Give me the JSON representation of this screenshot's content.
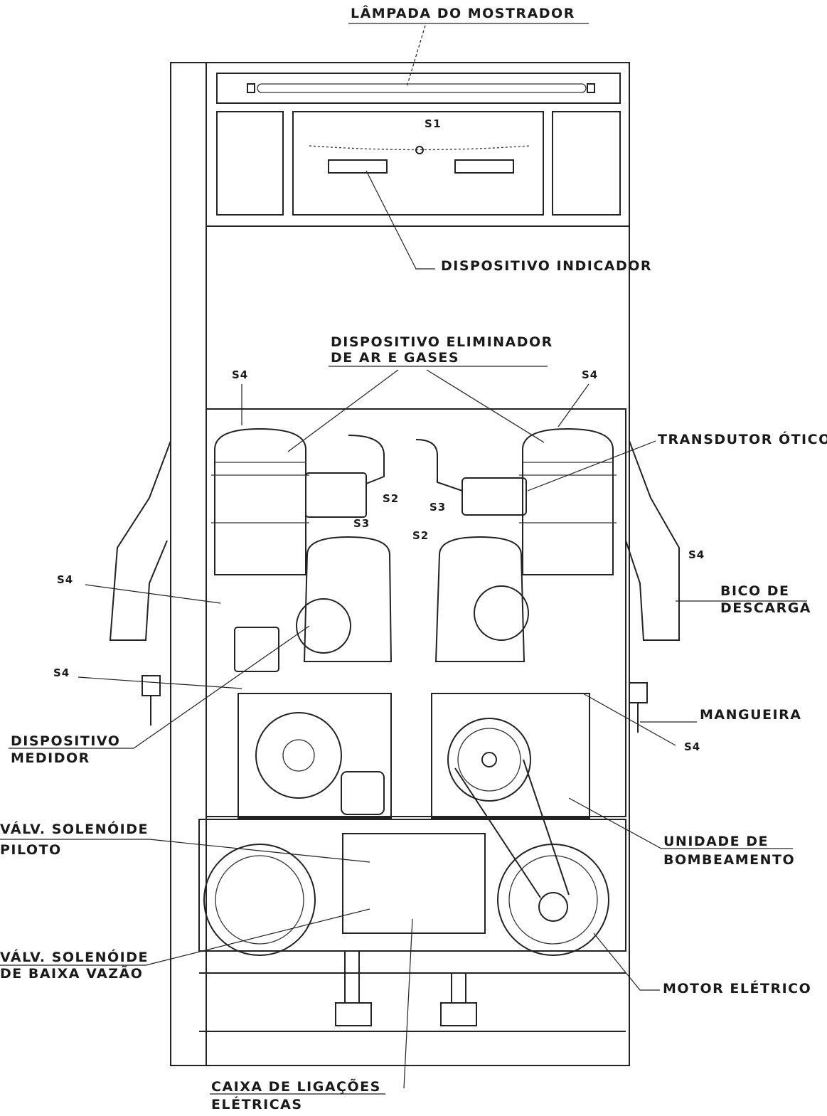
{
  "labels": {
    "display_lamp": "LÂMPADA DO MOSTRADOR",
    "s1": "S1",
    "indicator_device": "DISPOSITIVO  INDICADOR",
    "air_eliminator_line1": "DISPOSITIVO ELIMINADOR",
    "air_eliminator_line2": "DE  AR  E  GASES",
    "s4_top_left": "S4",
    "s4_top_right": "S4",
    "optical_transducer": "TRANSDUTOR ÓTICO",
    "s2_left": "S2",
    "s3_left": "S3",
    "s3_right": "S3",
    "s2_right": "S2",
    "s4_mid_left": "S4",
    "s4_mid_right": "S4",
    "nozzle_line1": "BICO DE",
    "nozzle_line2": "DESCARGA",
    "s4_lower_left": "S4",
    "hose": "MANGUEIRA",
    "s4_lower_right": "S4",
    "meter_line1": "DISPOSITIVO",
    "meter_line2": "MEDIDOR",
    "pilot_valve_line1": "VÁLV. SOLENÓIDE",
    "pilot_valve_line2": "PILOTO",
    "pump_unit_line1": "UNIDADE  DE",
    "pump_unit_line2": "BOMBEAMENTO",
    "low_flow_valve_line1": "VÁLV. SOLENÓIDE",
    "low_flow_valve_line2": "DE  BAIXA VAZÃO",
    "electric_motor": "MOTOR  ELÉTRICO",
    "junction_box_line1": "CAIXA  DE LIGAÇÕES",
    "junction_box_line2": "ELÉTRICAS"
  }
}
